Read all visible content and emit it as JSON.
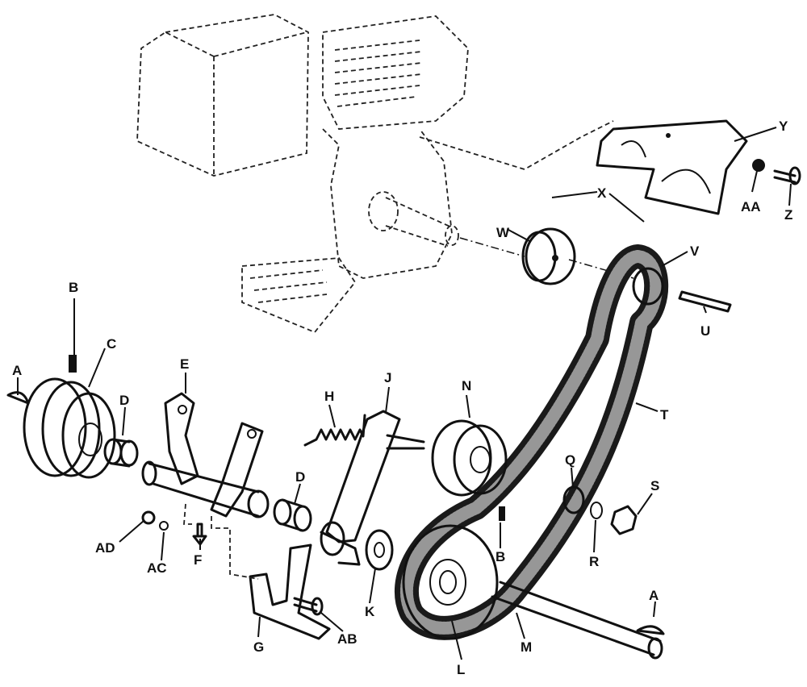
{
  "labels": {
    "A": "A",
    "A2": "A",
    "B": "B",
    "B2": "B",
    "C": "C",
    "D": "D",
    "D2": "D",
    "E": "E",
    "F": "F",
    "G": "G",
    "H": "H",
    "J": "J",
    "K": "K",
    "L": "L",
    "M": "M",
    "N": "N",
    "Q": "Q",
    "R": "R",
    "S": "S",
    "T": "T",
    "U": "U",
    "V": "V",
    "W": "W",
    "X": "X",
    "Y": "Y",
    "Z": "Z",
    "AA": "AA",
    "AB": "AB",
    "AC": "AC",
    "AD": "AD"
  }
}
